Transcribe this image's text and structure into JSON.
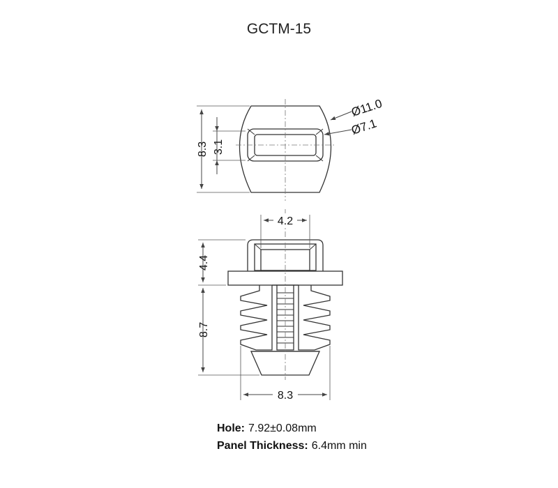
{
  "title": "GCTM-15",
  "top_view": {
    "dim_height": "8.3",
    "dim_slot_height": "3.1",
    "dim_outer_dia": "Ø11.0",
    "dim_inner_dia": "Ø7.1"
  },
  "side_view": {
    "dim_head_width": "4.2",
    "dim_head_height": "4.4",
    "dim_body_height": "8.7",
    "dim_fin_width": "8.3"
  },
  "specs": {
    "hole_label": "Hole:",
    "hole_value": "7.92±0.08mm",
    "panel_label": "Panel Thickness:",
    "panel_value": "6.4mm min"
  },
  "colors": {
    "line": "#333333",
    "dim": "#444444"
  }
}
